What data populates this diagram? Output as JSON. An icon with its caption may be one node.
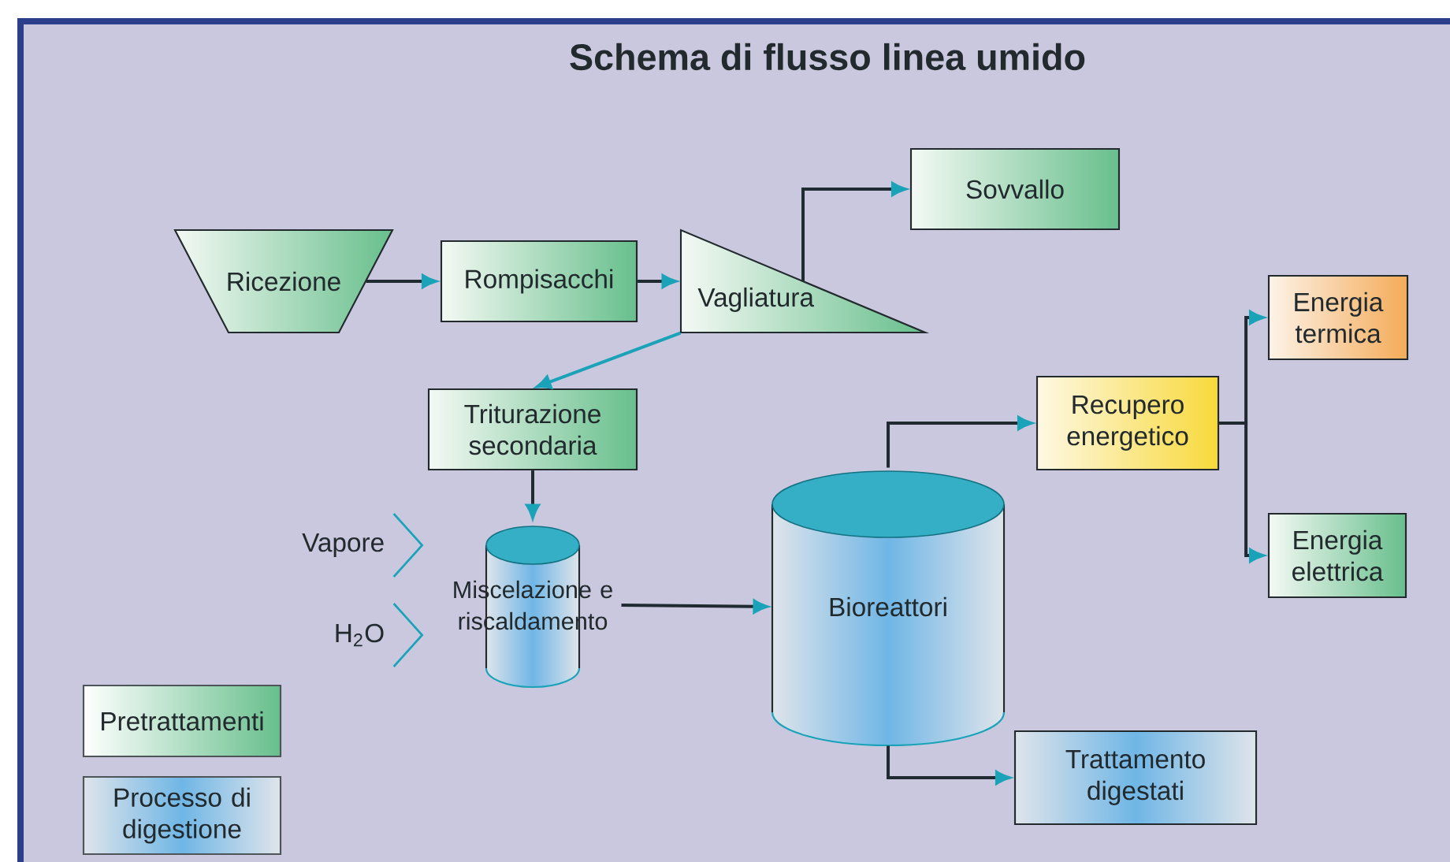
{
  "diagram": {
    "title": "Schema di flusso linea umido",
    "nodes": [
      {
        "text": [
          "Ricezione"
        ]
      },
      {
        "text": [
          "Rompisacchi"
        ]
      },
      {
        "text": [
          "Vagliatura"
        ]
      },
      {
        "text": [
          "Sovvallo"
        ]
      },
      {
        "text": [
          "Triturazione secondaria"
        ]
      },
      {
        "text": [
          "Vapore"
        ]
      },
      {
        "text": [
          "H$_{2}$O"
        ]
      },
      {
        "text": [
          "Miscelazione e riscaldamento"
        ]
      },
      {
        "text": [
          "Bioreattori"
        ]
      },
      {
        "text": [
          "Recupero energetico"
        ]
      },
      {
        "text": [
          "Energia termica"
        ]
      },
      {
        "text": [
          "Energia elettrica"
        ]
      },
      {
        "text": [
          "Trattamento digestati"
        ]
      }
    ],
    "edges": [
      {
        "from": 0,
        "to": 1,
        "arrow": "to"
      },
      {
        "from": 1,
        "to": 2,
        "arrow": "to"
      },
      {
        "from": 2,
        "to": 3,
        "arrow": "to"
      },
      {
        "from": 2,
        "to": 4,
        "arrow": "to",
        "color": "#1aa3b8"
      },
      {
        "from": 4,
        "to": 7,
        "arrow": "to"
      },
      {
        "from": 5,
        "to": 7,
        "arrow": "to",
        "color": "#1aa3b8"
      },
      {
        "from": 6,
        "to": 7,
        "arrow": "to",
        "color": "#1aa3b8"
      },
      {
        "from": 7,
        "to": 8,
        "arrow": "to"
      },
      {
        "from": 8,
        "to": 9,
        "arrow": "to"
      },
      {
        "from": 9,
        "to": 10,
        "arrow": "to"
      },
      {
        "from": 9,
        "to": 11,
        "arrow": "to"
      },
      {
        "from": 8,
        "to": 12,
        "arrow": "to"
      }
    ],
    "legend": [
      {
        "text": "Pretrattamenti",
        "color": "#67bf8c"
      },
      {
        "text": "Processo di digestione",
        "color": "#6fb6e6"
      }
    ]
  }
}
